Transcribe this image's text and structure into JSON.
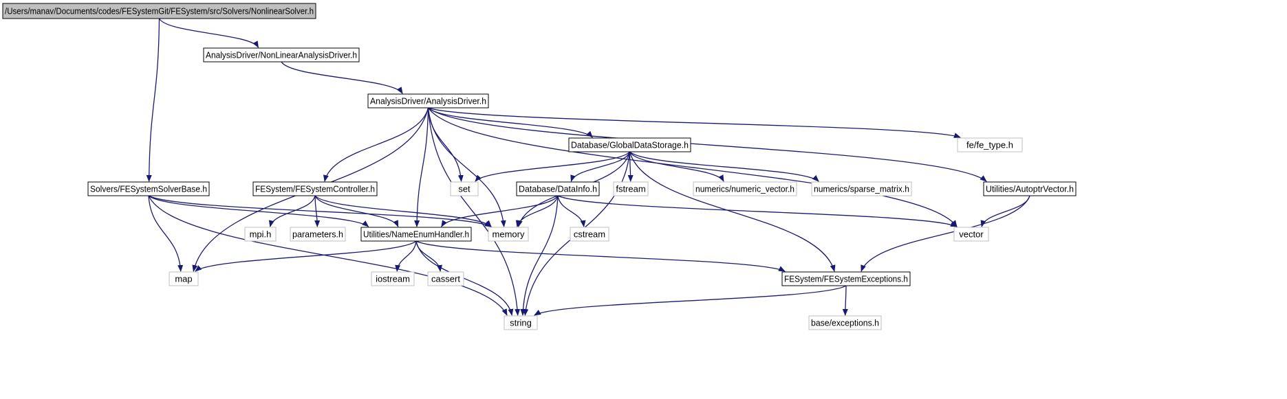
{
  "colors": {
    "edge": "#191970",
    "root_fill": "#bfbfbf",
    "documented_border": "#000000",
    "external_border": "#bfbfbf",
    "node_fill": "#ffffff"
  },
  "nodes": [
    {
      "id": "n_root",
      "label": "/Users/manav/Documents/codes/FESystemGit/FESystem/src/Solvers/NonlinearSolver.h",
      "kind": "root"
    },
    {
      "id": "n_nlad",
      "label": "AnalysisDriver/NonLinearAnalysisDriver.h",
      "kind": "documented"
    },
    {
      "id": "n_ad",
      "label": "AnalysisDriver/AnalysisDriver.h",
      "kind": "documented"
    },
    {
      "id": "n_gds",
      "label": "Database/GlobalDataStorage.h",
      "kind": "documented"
    },
    {
      "id": "n_fetype",
      "label": "fe/fe_type.h",
      "kind": "external"
    },
    {
      "id": "n_ssb",
      "label": "Solvers/FESystemSolverBase.h",
      "kind": "documented"
    },
    {
      "id": "n_fsc",
      "label": "FESystem/FESystemController.h",
      "kind": "documented"
    },
    {
      "id": "n_set",
      "label": "set",
      "kind": "external"
    },
    {
      "id": "n_di",
      "label": "Database/DataInfo.h",
      "kind": "documented"
    },
    {
      "id": "n_fstream",
      "label": "fstream",
      "kind": "external"
    },
    {
      "id": "n_numvec",
      "label": "numerics/numeric_vector.h",
      "kind": "external"
    },
    {
      "id": "n_sparse",
      "label": "numerics/sparse_matrix.h",
      "kind": "external"
    },
    {
      "id": "n_apv",
      "label": "Utilities/AutoptrVector.h",
      "kind": "documented"
    },
    {
      "id": "n_mpi",
      "label": "mpi.h",
      "kind": "external"
    },
    {
      "id": "n_params",
      "label": "parameters.h",
      "kind": "external"
    },
    {
      "id": "n_neh",
      "label": "Utilities/NameEnumHandler.h",
      "kind": "documented"
    },
    {
      "id": "n_memory",
      "label": "memory",
      "kind": "external"
    },
    {
      "id": "n_cstream",
      "label": "cstream",
      "kind": "external"
    },
    {
      "id": "n_vector",
      "label": "vector",
      "kind": "external"
    },
    {
      "id": "n_map",
      "label": "map",
      "kind": "external"
    },
    {
      "id": "n_iostream",
      "label": "iostream",
      "kind": "external"
    },
    {
      "id": "n_cassert",
      "label": "cassert",
      "kind": "external"
    },
    {
      "id": "n_fex",
      "label": "FESystem/FESystemExceptions.h",
      "kind": "documented"
    },
    {
      "id": "n_string",
      "label": "string",
      "kind": "external"
    },
    {
      "id": "n_base",
      "label": "base/exceptions.h",
      "kind": "external"
    }
  ],
  "edges": [
    {
      "from": "n_root",
      "to": "n_nlad"
    },
    {
      "from": "n_root",
      "to": "n_ssb"
    },
    {
      "from": "n_nlad",
      "to": "n_ad"
    },
    {
      "from": "n_ad",
      "to": "n_map"
    },
    {
      "from": "n_ad",
      "to": "n_string"
    },
    {
      "from": "n_ad",
      "to": "n_fsc"
    },
    {
      "from": "n_ad",
      "to": "n_neh"
    },
    {
      "from": "n_ad",
      "to": "n_memory"
    },
    {
      "from": "n_ad",
      "to": "n_set"
    },
    {
      "from": "n_ad",
      "to": "n_gds"
    },
    {
      "from": "n_ad",
      "to": "n_vector"
    },
    {
      "from": "n_ad",
      "to": "n_fetype"
    },
    {
      "from": "n_ad",
      "to": "n_apv"
    },
    {
      "from": "n_gds",
      "to": "n_set"
    },
    {
      "from": "n_gds",
      "to": "n_memory"
    },
    {
      "from": "n_gds",
      "to": "n_di"
    },
    {
      "from": "n_gds",
      "to": "n_fstream"
    },
    {
      "from": "n_gds",
      "to": "n_string"
    },
    {
      "from": "n_gds",
      "to": "n_numvec"
    },
    {
      "from": "n_gds",
      "to": "n_sparse"
    },
    {
      "from": "n_gds",
      "to": "n_fex"
    },
    {
      "from": "n_ssb",
      "to": "n_map"
    },
    {
      "from": "n_ssb",
      "to": "n_string"
    },
    {
      "from": "n_ssb",
      "to": "n_neh"
    },
    {
      "from": "n_ssb",
      "to": "n_memory"
    },
    {
      "from": "n_fsc",
      "to": "n_mpi"
    },
    {
      "from": "n_fsc",
      "to": "n_params"
    },
    {
      "from": "n_fsc",
      "to": "n_neh"
    },
    {
      "from": "n_fsc",
      "to": "n_memory"
    },
    {
      "from": "n_di",
      "to": "n_neh"
    },
    {
      "from": "n_di",
      "to": "n_memory"
    },
    {
      "from": "n_di",
      "to": "n_cstream"
    },
    {
      "from": "n_di",
      "to": "n_string"
    },
    {
      "from": "n_di",
      "to": "n_vector"
    },
    {
      "from": "n_apv",
      "to": "n_vector"
    },
    {
      "from": "n_apv",
      "to": "n_fex"
    },
    {
      "from": "n_neh",
      "to": "n_map"
    },
    {
      "from": "n_neh",
      "to": "n_iostream"
    },
    {
      "from": "n_neh",
      "to": "n_cassert"
    },
    {
      "from": "n_neh",
      "to": "n_string"
    },
    {
      "from": "n_neh",
      "to": "n_fex"
    },
    {
      "from": "n_fex",
      "to": "n_string"
    },
    {
      "from": "n_fex",
      "to": "n_base"
    }
  ]
}
